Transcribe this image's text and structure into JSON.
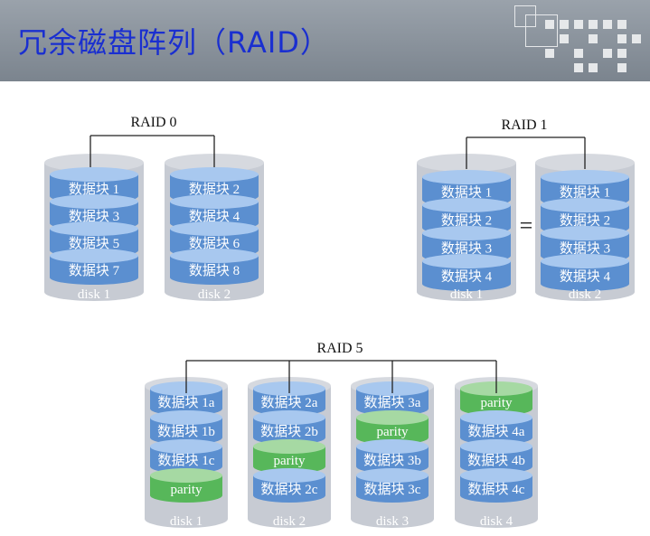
{
  "header": {
    "title": "冗余磁盘阵列（RAID）"
  },
  "colors": {
    "disk_body": "#c7cbd3",
    "block_blue": "#5b8fd0",
    "block_blue_top": "#a8c8ef",
    "parity_green": "#57b75a",
    "parity_green_top": "#a6d9a3",
    "header_gray": "#858d97",
    "title_blue": "#1a2fd0"
  },
  "raid0": {
    "label": "RAID 0",
    "disks": [
      {
        "label": "disk 1",
        "blocks": [
          "数据块 1",
          "数据块 3",
          "数据块 5",
          "数据块 7"
        ]
      },
      {
        "label": "disk 2",
        "blocks": [
          "数据块 2",
          "数据块 4",
          "数据块 6",
          "数据块 8"
        ]
      }
    ]
  },
  "raid1": {
    "label": "RAID 1",
    "equals": "=",
    "disks": [
      {
        "label": "disk 1",
        "blocks": [
          "数据块 1",
          "数据块 2",
          "数据块 3",
          "数据块 4"
        ]
      },
      {
        "label": "disk 2",
        "blocks": [
          "数据块 1",
          "数据块 2",
          "数据块 3",
          "数据块 4"
        ]
      }
    ]
  },
  "raid5": {
    "label": "RAID 5",
    "disks": [
      {
        "label": "disk 1",
        "blocks": [
          "数据块 1a",
          "数据块 1b",
          "数据块 1c",
          "parity"
        ]
      },
      {
        "label": "disk 2",
        "blocks": [
          "数据块 2a",
          "数据块 2b",
          "parity",
          "数据块 2c"
        ]
      },
      {
        "label": "disk 3",
        "blocks": [
          "数据块 3a",
          "parity",
          "数据块 3b",
          "数据块 3c"
        ]
      },
      {
        "label": "disk 4",
        "blocks": [
          "parity",
          "数据块 4a",
          "数据块 4b",
          "数据块 4c"
        ]
      }
    ]
  }
}
